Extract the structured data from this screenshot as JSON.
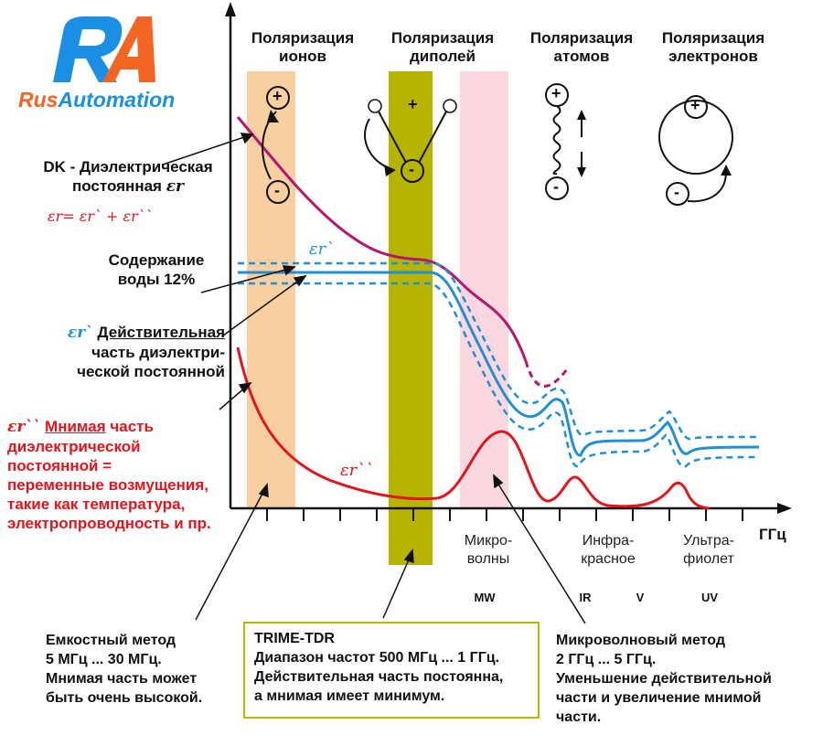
{
  "logo": {
    "text_rus": "Rus",
    "text_automation": "Automation",
    "color_blue": "#1a8fe3",
    "color_orange": "#f26522"
  },
  "headers": [
    {
      "line1": "Поляризация",
      "line2": "ионов"
    },
    {
      "line1": "Поляризация",
      "line2": "диполей"
    },
    {
      "line1": "Поляризация",
      "line2": "атомов"
    },
    {
      "line1": "Поляризация",
      "line2": "электронов"
    }
  ],
  "left_labels": {
    "dk_line1": "DK - Диэлектрическая",
    "dk_line2": "постоянная",
    "eps_symbol": "εr",
    "formula": "εr= εr` + εr``",
    "water_line1": "Содержание",
    "water_line2": "воды 12%",
    "real_symbol": "εr`",
    "real_title": "Действительная",
    "real_line2": "часть диэлектри-",
    "real_line3": "ческой постоянной",
    "imag_symbol": "εr``",
    "imag_title": "Мнимая",
    "imag_title_rest": "часть",
    "imag_line2": "диэлектрической",
    "imag_line3": "постоянной =",
    "imag_line4": "переменные возмущения,",
    "imag_line5": "такие как температура,",
    "imag_line6": "электропроводность и пр."
  },
  "curve_labels": {
    "real": "εr`",
    "imag": "εr``"
  },
  "axis": {
    "unit": "ГГц",
    "regions": [
      {
        "line1": "Микро-",
        "line2": "волны"
      },
      {
        "line1": "Инфра-",
        "line2": "красное"
      },
      {
        "line1": "Ультра-",
        "line2": "фиолет"
      }
    ],
    "bands": [
      "MW",
      "IR",
      "V",
      "UV"
    ]
  },
  "notes": {
    "capacitive": [
      "Емкостный метод",
      "5 МГц ... 30 МГц.",
      "Мнимая часть может",
      "быть очень высокой."
    ],
    "trime": [
      "TRIME-TDR",
      "Диапазон частот 500 МГц ... 1 ГГц.",
      "Действительная часть постоянна,",
      "а мнимая имеет минимум."
    ],
    "microwave": [
      "Микроволновый метод",
      "2 ГГц ... 5 ГГц.",
      "Уменьшение действительной",
      "части и увеличение мнимой",
      "части."
    ]
  },
  "symbols": {
    "plus": "+",
    "minus": "-"
  },
  "colors": {
    "total": "#b5176f",
    "real": "#1f8fd6",
    "imag": "#e4141b",
    "ion_band": "#f8cfa0",
    "dipole_band": "#b7b400",
    "mw_band": "#fbd7df",
    "axis": "#111111"
  }
}
